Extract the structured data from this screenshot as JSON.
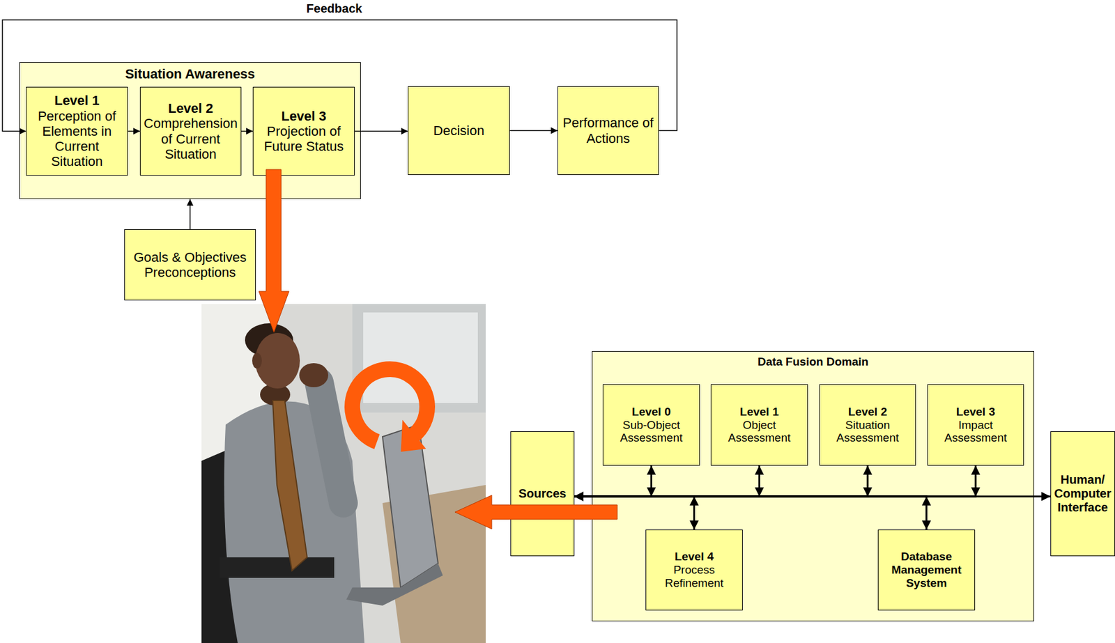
{
  "diagram": {
    "nodes": [
      {
        "text": [
          "Situation Awareness"
        ]
      },
      {
        "text": [
          "Level 1",
          "Perception of Elements in Current Situation"
        ],
        "in": 0
      },
      {
        "text": [
          "Level 2",
          "Comprehension of Current Situation"
        ],
        "in": 0
      },
      {
        "text": [
          "Level 3",
          "Projection of Future Status"
        ],
        "in": 0
      },
      {
        "text": [
          "Decision"
        ]
      },
      {
        "text": [
          "Performance of Actions"
        ]
      },
      {
        "text": [
          "Goals & Objectives Preconceptions"
        ]
      },
      {
        "text": [
          "Data Fusion Domain"
        ]
      },
      {
        "text": [
          "Level 0",
          "Sub-Object Assessment"
        ],
        "in": 7
      },
      {
        "text": [
          "Level 1",
          "Object Assessment"
        ],
        "in": 7
      },
      {
        "text": [
          "Level 2",
          "Situation Assessment"
        ],
        "in": 7
      },
      {
        "text": [
          "Level 3",
          "Impact Assessment"
        ],
        "in": 7
      },
      {
        "text": [
          "Sources"
        ]
      },
      {
        "text": [
          "Level 4",
          "Process Refinement"
        ],
        "in": 7
      },
      {
        "text": [
          "Database Management System"
        ],
        "in": 7
      },
      {
        "text": [
          "Human/ Computer Interface"
        ]
      }
    ],
    "edges": [
      {
        "from": 1,
        "to": 2,
        "arrow": "to"
      },
      {
        "from": 2,
        "to": 3,
        "arrow": "to"
      },
      {
        "from": 3,
        "to": 4,
        "arrow": "to"
      },
      {
        "from": 4,
        "to": 5,
        "arrow": "to"
      },
      {
        "from": 5,
        "to": 1,
        "label": "Feedback",
        "arrow": "to"
      },
      {
        "from": 6,
        "to": 0,
        "arrow": "to"
      },
      {
        "from": 12,
        "to": 15,
        "arrow": "both"
      },
      {
        "from": 8,
        "to": 12,
        "arrow": "both"
      },
      {
        "from": 9,
        "to": 12,
        "arrow": "both"
      },
      {
        "from": 10,
        "to": 12,
        "arrow": "both"
      },
      {
        "from": 11,
        "to": 12,
        "arrow": "both"
      },
      {
        "from": 13,
        "to": 12,
        "arrow": "both"
      },
      {
        "from": 14,
        "to": 12,
        "arrow": "both"
      }
    ]
  }
}
